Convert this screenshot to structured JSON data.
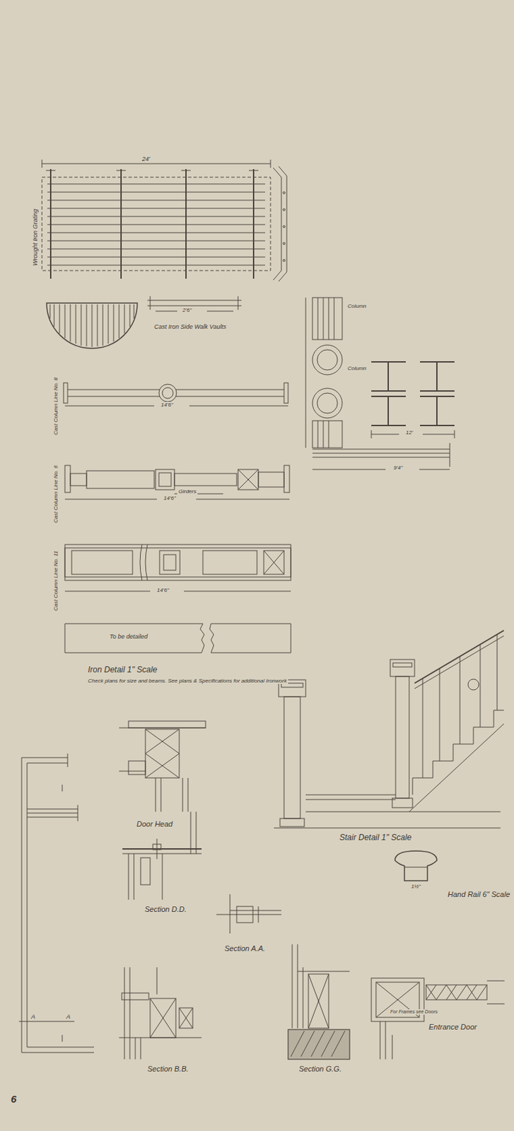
{
  "diagram": {
    "labels": [
      "24'",
      "Wrought Iron Grating",
      "Cast Iron Side Walk Vaults",
      "2'6\"",
      "Cast Column Line No. 8",
      "14'6\"",
      "Cast Column Line No. 6",
      "Girders",
      "14'6\"",
      "Cast Column Line No. 11",
      "14'6\"",
      "To be detailed",
      "Iron Detail 1\" Scale",
      "Check plans for size and beams. See plans & Specifications for additional Ironwork",
      "Column",
      "Column",
      "12'",
      "9'4\"",
      "Stair Detail 1\" Scale",
      "Hand Rail 6\" Scale",
      "1½\"",
      "Door Head",
      "Section D.D.",
      "Section A.A.",
      "Section B.B.",
      "Section G.G.",
      "Entrance Door",
      "For Frames see Doors",
      "A",
      "A",
      "6"
    ]
  }
}
